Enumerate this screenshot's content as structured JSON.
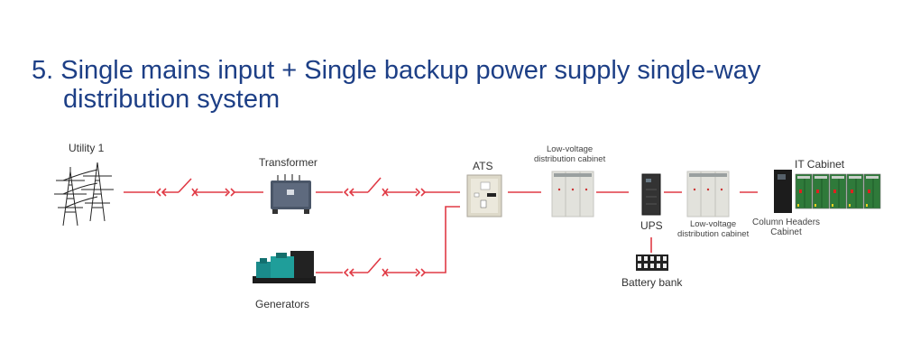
{
  "title": {
    "line1": "5. Single mains input + Single backup power supply single-way",
    "line2": "distribution system"
  },
  "nodes": {
    "utility": "Utility 1",
    "transformer": "Transformer",
    "generators": "Generators",
    "ats": "ATS",
    "lv_cabinet_1_line1": "Low-voltage",
    "lv_cabinet_1_line2": "distribution cabinet",
    "ups": "UPS",
    "battery": "Battery bank",
    "lv_cabinet_2_line1": "Low-voltage",
    "lv_cabinet_2_line2": "distribution cabinet",
    "column_headers_line1": "Column Headers",
    "column_headers_line2": "Cabinet",
    "it_cabinet": "IT Cabinet"
  },
  "colors": {
    "title": "#1d3f86",
    "wire": "#e03a45"
  }
}
